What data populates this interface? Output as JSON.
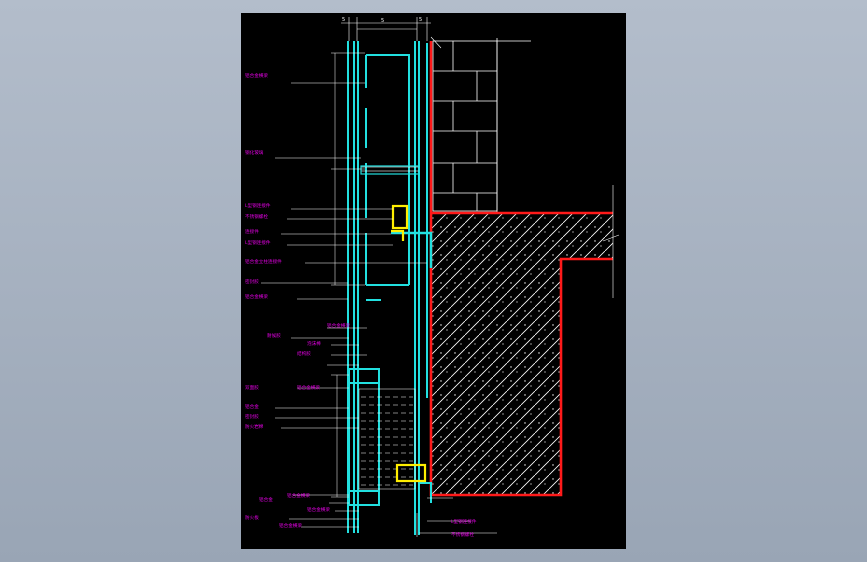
{
  "diagram": {
    "labels": [
      "铝合金横梁",
      "钢化玻璃",
      "L型钢连接件",
      "不锈钢螺栓",
      "连接件",
      "L型钢连接件",
      "铝合金立柱连接件",
      "密封胶",
      "铝合金横梁",
      "铝合金横梁",
      "耐候胶",
      "泡沫棒",
      "结构胶",
      "铝合金横梁",
      "双面胶",
      "铝合金",
      "密封胶",
      "防火岩棉",
      "铝合金",
      "铝合金横梁",
      "铝合金横梁",
      "防火板",
      "铝合金横梁",
      "L型钢连接件",
      "不锈钢螺栓"
    ]
  }
}
